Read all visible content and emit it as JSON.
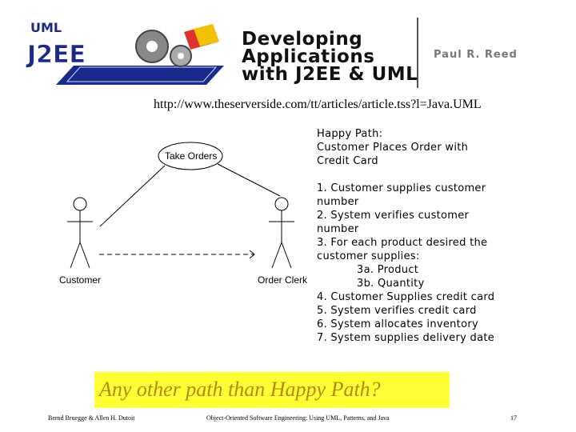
{
  "banner": {
    "logo_text": "J2EE",
    "logo_small_text": "UML",
    "title_lines": [
      "Developing",
      "Applications",
      "with J2EE & UML"
    ],
    "author": "Paul R. Reed"
  },
  "url": "http://www.theserverside.com/tt/articles/article.tss?l=Java.UML",
  "diagram": {
    "use_case": "Take Orders",
    "actor_left": "Customer",
    "actor_right": "Order Clerk"
  },
  "happy_path": {
    "heading": "Happy Path:",
    "subheading_lines": [
      "Customer Places Order with",
      "Credit Card"
    ],
    "steps": [
      "1. Customer supplies customer",
      "number",
      "2. System verifies customer",
      "number",
      "3. For each product desired the",
      "customer supplies:",
      "3a. Product",
      "3b. Quantity",
      "4. Customer Supplies credit card",
      "5. System verifies credit card",
      "6. System allocates inventory",
      "7. System supplies delivery date"
    ]
  },
  "question": "Any other path than Happy Path?",
  "footer": {
    "authors": "Bernd Bruegge & Allen H. Dutoit",
    "book": "Object-Oriented Software Engineering: Using UML, Patterns, and Java",
    "page": "17"
  },
  "colors": {
    "highlight": "#ffff33",
    "question_text": "#b8860b",
    "logo_blue": "#1a2a8c"
  }
}
